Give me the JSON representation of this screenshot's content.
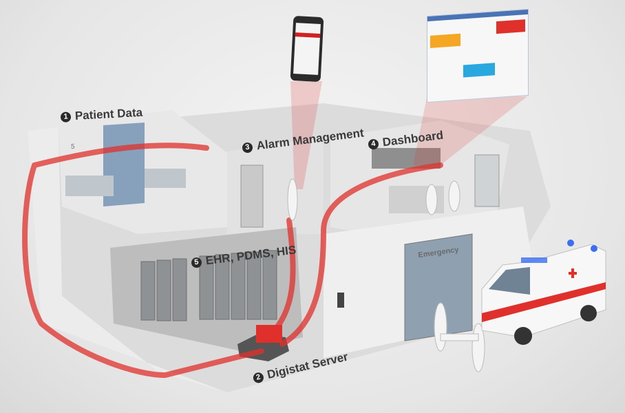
{
  "labels": {
    "patient_data": {
      "num": "1",
      "text": "Patient Data"
    },
    "digistat_server": {
      "num": "2",
      "text": "Digistat Server"
    },
    "alarm_management": {
      "num": "3",
      "text": "Alarm Management"
    },
    "dashboard": {
      "num": "4",
      "text": "Dashboard"
    },
    "ehr": {
      "num": "5",
      "text": "EHR, PDMS, HIS"
    }
  },
  "emergency_sign": "Emergency",
  "room_number": "5",
  "colors": {
    "accent": "#e0302c",
    "wall": "#f1f1f1",
    "floor": "#d8d8d8",
    "dash_orange": "#f5a623",
    "dash_blue": "#29a8e0"
  }
}
